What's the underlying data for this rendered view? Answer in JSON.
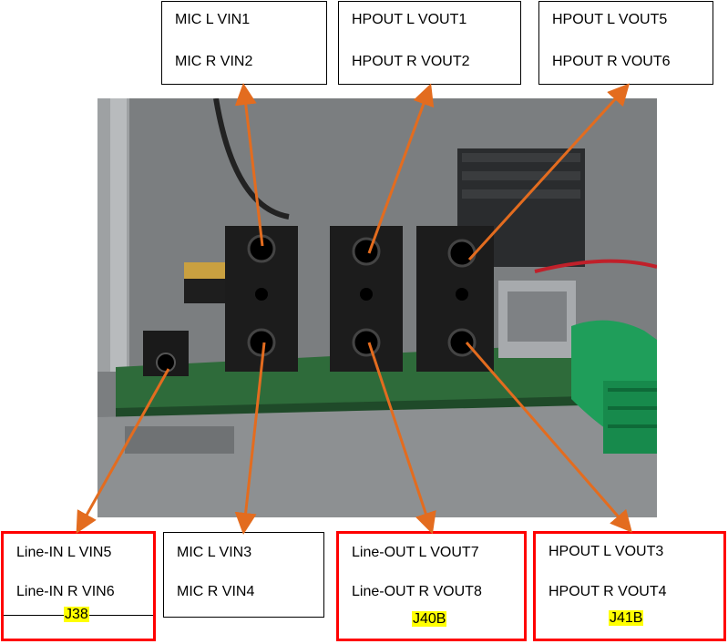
{
  "top_boxes": {
    "mic_top": {
      "line1": "MIC L VIN1",
      "line2": "MIC R VIN2"
    },
    "hpout_top1": {
      "line1": "HPOUT L VOUT1",
      "line2": "HPOUT R VOUT2"
    },
    "hpout_top2": {
      "line1": "HPOUT L VOUT5",
      "line2": "HPOUT R VOUT6"
    }
  },
  "bottom_boxes": {
    "line_in": {
      "line1": "Line-IN L VIN5",
      "line2": "Line-IN R VIN6",
      "connector": "J38"
    },
    "mic_bottom": {
      "line1": "MIC L VIN3",
      "line2": "MIC R VIN4"
    },
    "line_out": {
      "line1": "Line-OUT L VOUT7",
      "line2": "Line-OUT R VOUT8",
      "connector": "J40B"
    },
    "hpout_bottom": {
      "line1": "HPOUT L VOUT3",
      "line2": "HPOUT R VOUT4",
      "connector": "J41B"
    }
  },
  "colors": {
    "arrow": "#e36c1f",
    "highlight_border": "#ff0000",
    "connector_highlight": "#ffff00",
    "pcb_green": "#2e6b3a",
    "jack_black": "#1a1a1a"
  }
}
